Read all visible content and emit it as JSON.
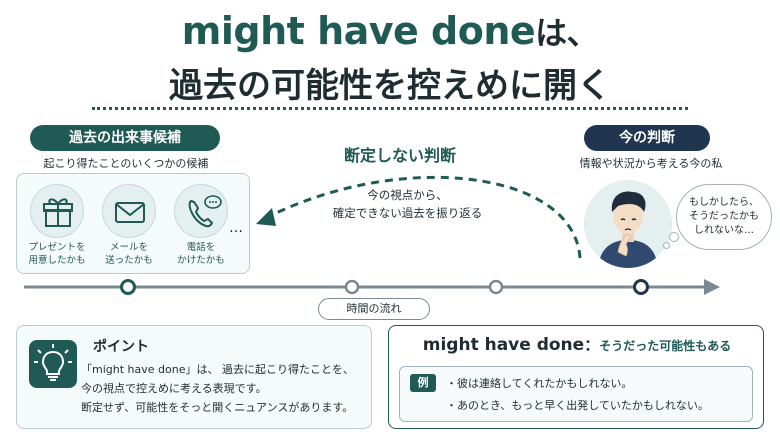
{
  "title": {
    "line1_main": "might have done",
    "line1_suffix": "は、",
    "line2": "過去の可能性を控えめに開く"
  },
  "left_panel": {
    "label": "過去の出来事候補",
    "subtitle": "起こり得たことのいくつかの候補",
    "items": [
      {
        "icon": "gift-icon",
        "label_line1": "プレゼントを",
        "label_line2": "用意したかも"
      },
      {
        "icon": "mail-icon",
        "label_line1": "メールを",
        "label_line2": "送ったかも"
      },
      {
        "icon": "phone-icon",
        "label_line1": "電話を",
        "label_line2": "かけたかも"
      }
    ],
    "ellipsis": "…"
  },
  "middle": {
    "title": "断定しない判断",
    "desc_line1": "今の視点から、",
    "desc_line2": "確定できない過去を振り返る"
  },
  "right_panel": {
    "label": "今の判断",
    "subtitle": "情報や状況から考える今の私",
    "bubble_line1": "もしかしたら、",
    "bubble_line2": "そうだったかも",
    "bubble_line3": "しれないな…"
  },
  "timeline": {
    "label": "時間の流れ"
  },
  "point": {
    "title": "ポイント",
    "line1": "「might have done」は、 過去に起こり得たことを、",
    "line2": "今の視点で控えめに考える表現です。",
    "line3": "断定せず、可能性をそっと開くニュアンスがあります。"
  },
  "example": {
    "heading_en": "might have done",
    "heading_sep": "：",
    "heading_jp": "そうだった可能性もある",
    "tag": "例",
    "line1": "・彼は連絡してくれたかもしれない。",
    "line2": "・あのとき、もっと早く出発していたかもしれない。"
  },
  "colors": {
    "teal": "#1f5a55",
    "navy": "#1f3550",
    "dark_text": "#1f2d33",
    "light_bg": "#e4eff0"
  }
}
